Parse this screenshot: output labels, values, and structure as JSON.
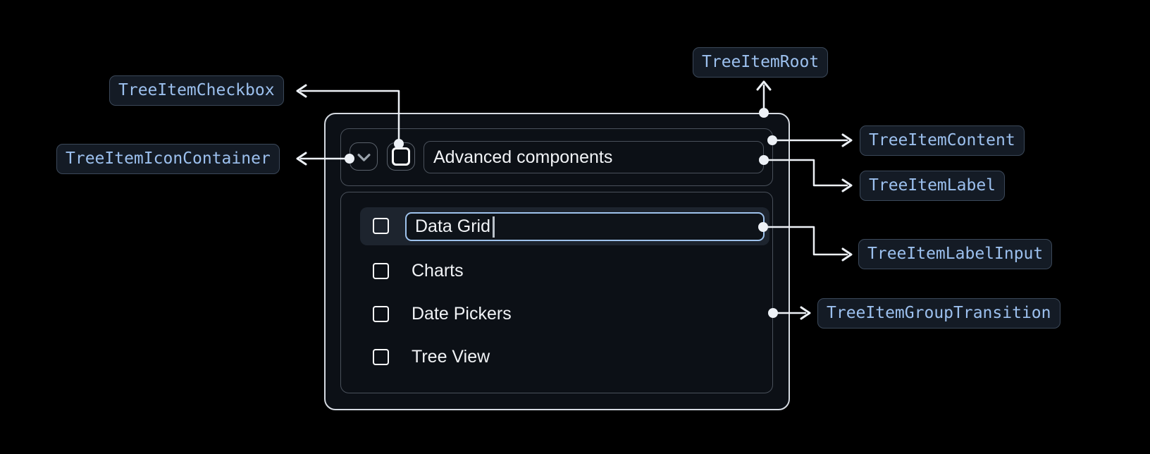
{
  "badges": {
    "root": "TreeItemRoot",
    "checkbox": "TreeItemCheckbox",
    "icon_container": "TreeItemIconContainer",
    "content": "TreeItemContent",
    "label": "TreeItemLabel",
    "label_input": "TreeItemLabelInput",
    "group_transition": "TreeItemGroupTransition"
  },
  "tree": {
    "parent": {
      "label": "Advanced components",
      "state": "expanded",
      "checkbox_checked": false
    },
    "children": [
      {
        "label": "Data Grid",
        "editing": true,
        "checkbox_checked": false
      },
      {
        "label": "Charts",
        "checkbox_checked": false
      },
      {
        "label": "Date Pickers",
        "checkbox_checked": false
      },
      {
        "label": "Tree View",
        "checkbox_checked": false
      }
    ]
  },
  "icons": {
    "expand": "chevron-down-icon",
    "checkbox": "checkbox-unchecked-icon",
    "caret": "text-cursor-caret"
  },
  "colors": {
    "page_bg": "#000000",
    "surface_bg": "#0c1016",
    "surface_border": "#d5dae1",
    "outline_border": "#4a515b",
    "control_border": "#5b626c",
    "badge_bg": "#141b25",
    "badge_border": "#3b4859",
    "badge_text": "#9cc0ee",
    "text": "#f1f3f6",
    "row_highlight_bg": "#1d242e",
    "input_border": "#9ec2ec",
    "input_bg": "#0e1319",
    "connector": "#edf1f6",
    "chevron": "#9aa2ab",
    "checkbox": "#fafbfd",
    "caret": "#b9c1c9"
  }
}
